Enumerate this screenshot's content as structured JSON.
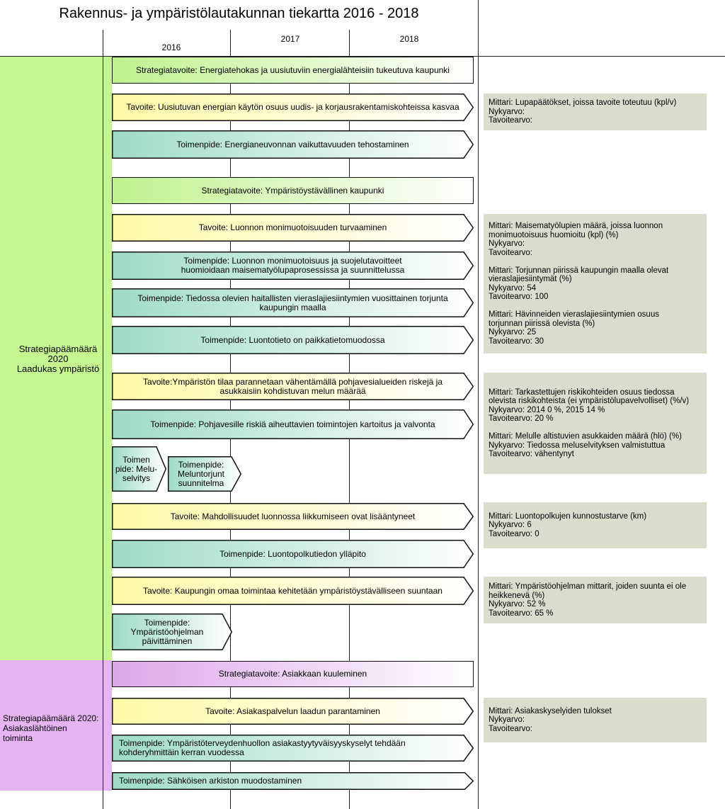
{
  "title": "Rakennus- ja ympäristölautakunnan tiekartta 2016 - 2018",
  "years": [
    "2016",
    "2017",
    "2018"
  ],
  "colors": {
    "green_band": "#c6f690",
    "purple_band": "#e5b4f3",
    "yellow": "#fff9a6",
    "teal": "#9edbc7",
    "mittari_bg": "#dcdccc"
  },
  "bands": [
    "Strategiapäämäärä\n2020\nLaadukas ympäristö",
    "Strategiapäämäärä 2020:\nAsiakaslähtöinen\ntoiminta"
  ],
  "rows": [
    "Strategiatavoite: Energiatehokas ja uusiutuviin energialähteisiin tukeutuva kaupunki",
    "Tavoite: Uusiutuvan energian käytön osuus uudis- ja korjausrakentamiskohteissa kasvaa",
    "Toimenpide: Energianeuvonnan vaikuttavuuden tehostaminen",
    "Strategiatavoite: Ympäristöystävällinen kaupunki",
    "Tavoite: Luonnon monimuotoisuuden turvaaminen",
    "Toimenpide: Luonnon monimuotoisuus ja suojelutavoitteet\nhuomioidaan maisematyölupaprosessissa ja suunnittelussa",
    "Toimenpide: Tiedossa olevien haitallisten vieraslajiesiintymien vuosittainen torjunta\nkaupungin maalla",
    "Toimenpide: Luontotieto on paikkatietomuodossa",
    "Tavoite:Ympäristön tilaa parannetaan vähentämällä pohjavesialueiden riskejä ja\nasukkaisiin kohdistuvan melun määrää",
    "Toimenpide: Pohjavesille riskiä aiheuttavien toimintojen kartoitus ja valvonta",
    "Toimen\npide: Melu-\nselvitys",
    "Toimenpide:\nMeluntorjunt\nsuunnitelma",
    "Tavoite: Mahdollisuudet luonnossa liikkumiseen ovat lisääntyneet",
    "Toimenpide: Luontopolkutiedon ylläpito",
    "Tavoite: Kaupungin omaa toimintaa kehitetään ympäristöystävälliseen suuntaan",
    "Toimenpide:\nYmpäristöohjelman\npäivittäminen",
    "Strategiatavoite: Asiakkaan kuuleminen",
    "Tavoite: Asiakaspalvelun laadun parantaminen",
    "Toimenpide: Ympäristöterveydenhuollon asiakastyytyväisyyskyselyt tehdään\nkohderyhmittäin kerran vuodessa",
    "Toimenpide: Sähköisen arkiston muodostaminen"
  ],
  "mittarit": [
    "Mittari:  Lupapäätökset, joissa tavoite toteutuu (kpl/v)\nNykyarvo:\nTavoitearvo:",
    "Mittari: Maisematyölupien määrä, joissa luonnon\nmonimuotoisuus huomioitu (kpl) (%)\nNykyarvo:\nTavoitearvo:\n\nMittari:  Torjunnan piirissä kaupungin maalla olevat\nvieraslajiesiintymät (%)\nNykyarvo: 54\nTavoitearvo: 100\n\nMittari: Hävinneiden vieraslajiesiintymien osuus\ntorjunnan piirissä olevista (%)\nNykyarvo: 25\nTavoitearvo: 30",
    "Mittari:  Tarkastettujen riskikohteiden osuus tiedossa\nolevista riskikohteista (ei ympäristölupavelvolliset) (%/v)\nNykyarvo: 2014 0 %, 2015 14 %\nTavoitearvo: 20 %\n\nMittari: Melulle altistuvien asukkaiden määrä (hlö) (%)\nNykyarvo: Tiedossa meluselvityksen valmistuttua\nTavoitearvo: vähentynyt",
    "Mittari: Luontopolkujen kunnostustarve (km)\nNykyarvo: 6\nTavoitearvo: 0",
    "Mittari: Ympäristöohjelman mittarit, joiden suunta ei ole\nheikkenevä (%)\nNykyarvo: 52 %\nTavoitearvo: 65 %",
    "Mittari: Asiakaskyselyiden tulokset\nNykyarvo:\nTavoitearvo:"
  ]
}
